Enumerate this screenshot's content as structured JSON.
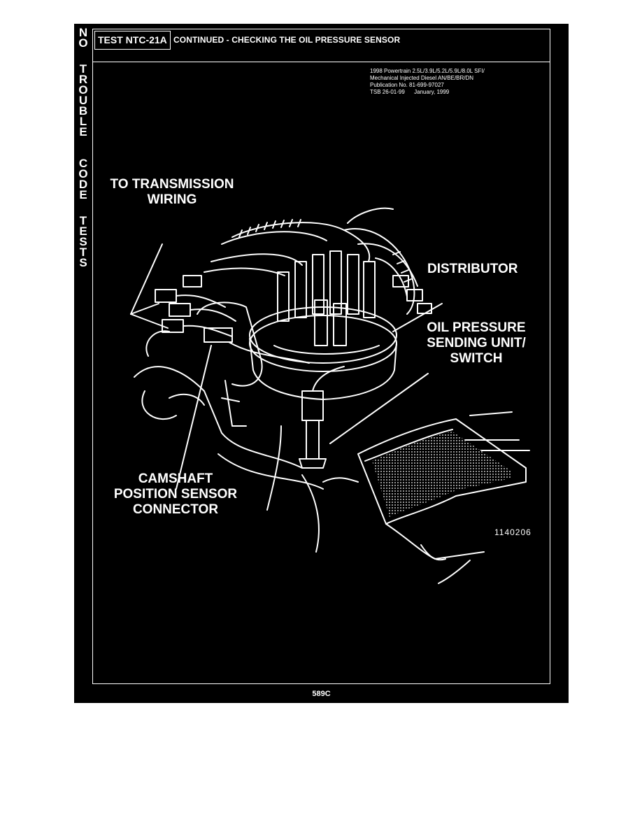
{
  "side_tab": {
    "letters": [
      "N",
      "O",
      "T",
      "R",
      "O",
      "U",
      "B",
      "L",
      "E",
      "C",
      "O",
      "D",
      "E",
      "T",
      "E",
      "S",
      "T",
      "S"
    ]
  },
  "header": {
    "test_id": "TEST NTC-21A",
    "title": "CONTINUED - CHECKING THE OIL PRESSURE SENSOR"
  },
  "publication": {
    "line1": "1998 Powertrain 2.5L/3.9L/5.2L/5.9L/8.0L SFI/",
    "line2": "Mechanical Injected Diesel AN/BE/BR/DN",
    "line3": "Publication No. 81-699-97027",
    "line4": "TSB 26-01-99      January, 1999"
  },
  "illustration": {
    "labels": {
      "transmission_line1": "TO TRANSMISSION",
      "transmission_line2": "WIRING",
      "distributor": "DISTRIBUTOR",
      "oil_line1": "OIL PRESSURE",
      "oil_line2": "SENDING UNIT/",
      "oil_line3": "SWITCH",
      "camshaft_line1": "CAMSHAFT",
      "camshaft_line2": "POSITION SENSOR",
      "camshaft_line3": "CONNECTOR"
    },
    "figure_id": "1140206"
  },
  "footer": {
    "page_number": "589C"
  },
  "colors": {
    "page_background": "#000000",
    "ink": "#ffffff",
    "outer_background": "#ffffff"
  }
}
